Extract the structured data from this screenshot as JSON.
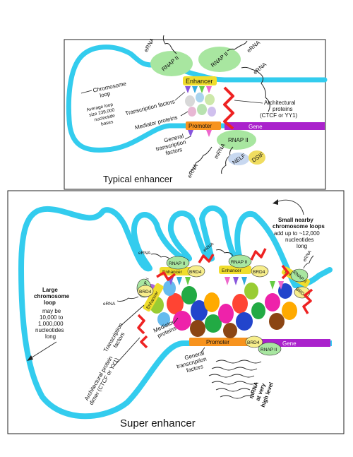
{
  "typical": {
    "title": "Typical enhancer",
    "enhancer": "Enhancer",
    "promoter": "Promoter",
    "gene": "Gene",
    "rnap1": "RNAP II",
    "rnap2": "RNAP II",
    "rnap3": "RNAP II",
    "erna": "eRNA",
    "mrna": "mRNA",
    "nelf": "NELF",
    "dsif": "DSIF",
    "loop_label": [
      "Chromosome",
      "loop"
    ],
    "loop_size": [
      "Average loop",
      "size 239,000",
      "nucleotide",
      "bases"
    ],
    "tf_label": "Transcription factors",
    "mediator_label": "Mediator proteins",
    "arch_label": [
      "Architectural",
      "proteins",
      "(CTCF or YY1)"
    ],
    "gtf_label": [
      "General",
      "transcription",
      "factors"
    ]
  },
  "super": {
    "title": "Super enhancer",
    "enhancer": "Enhancer",
    "promoter": "Promoter",
    "gene": "Gene",
    "rnap": "RNAP II",
    "brd4": "BRD4",
    "erna": "eRNA",
    "large_loop": [
      "Large",
      "chromosome",
      "loop"
    ],
    "large_loop_size": [
      "may be",
      "10,000 to",
      "1,000,000",
      "nucleotides",
      "long"
    ],
    "small_loops": [
      "Small nearby",
      "chromosome loops"
    ],
    "small_loops_size": [
      "add up to ~12,000",
      "nucleotides",
      "long"
    ],
    "tf_label": [
      "Transcription",
      "factors"
    ],
    "mediator_label": [
      "Mediator",
      "proteins"
    ],
    "arch_label": [
      "Architectural protein",
      "dimer (CTCF or YY1)"
    ],
    "gtf_label": [
      "General",
      "transcription",
      "factors"
    ],
    "mrna_label": [
      "mRNA",
      "at very",
      "high level"
    ]
  },
  "colors": {
    "chromatin": "#33ccee",
    "enhancer": "#f0dd2c",
    "promoter": "#f7931e",
    "gene": "#aa22cc",
    "rnap": "#a8e6a0",
    "architectural": "#ee2222",
    "brd4": "#f7ee8c"
  }
}
